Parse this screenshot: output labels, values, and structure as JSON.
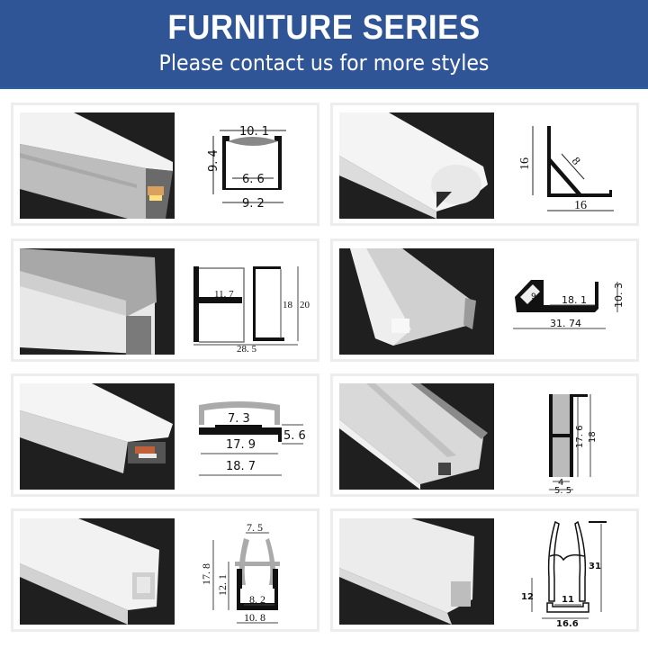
{
  "banner": {
    "title": "FURNITURE SERIES",
    "subtitle": "Please contact us for more styles",
    "background_color": "#2f5597",
    "text_color": "#ffffff"
  },
  "products": [
    {
      "position": "row1-left",
      "photo": "recessed-aluminum-u-profile-with-led-strip",
      "dimensions": {
        "top_width": "10. 1",
        "height": "9. 4",
        "inner_width": "6. 6",
        "bottom_width": "9. 2"
      }
    },
    {
      "position": "row1-right",
      "photo": "corner-profile-with-round-diffuser",
      "dimensions": {
        "height": "16",
        "diagonal": "8",
        "width": "16"
      }
    },
    {
      "position": "row2-left",
      "photo": "double-sided-shelf-profile-with-glass-slot",
      "dimensions": {
        "inner_width": "11. 7",
        "inner_height": "18",
        "height": "20",
        "width": "28. 5"
      }
    },
    {
      "position": "row2-right",
      "photo": "angled-shelf-edge-profile",
      "dimensions": {
        "diagonal": "9",
        "inner_width": "18. 1",
        "height": "10. 3",
        "width": "31. 74"
      }
    },
    {
      "position": "row3-left",
      "photo": "flat-profile-with-curved-diffuser",
      "dimensions": {
        "top_width": "7. 3",
        "height": "5. 6",
        "inner_width": "17. 9",
        "width": "18. 7"
      }
    },
    {
      "position": "row3-right",
      "photo": "wide-shelf-profile-with-side-channels",
      "dimensions": {
        "inner_height": "17. 6",
        "height": "18",
        "inner_width": "4",
        "width": "5. 5"
      }
    },
    {
      "position": "row4-left",
      "photo": "narrow-profile-with-dome-diffuser",
      "dimensions": {
        "top_width": "7. 5",
        "height": "17. 8",
        "inner_height": "12. 1",
        "inner_width": "8. 2",
        "width": "10. 8"
      }
    },
    {
      "position": "row4-right",
      "photo": "tall-frosted-diffuser-profile",
      "dimensions": {
        "height": "31",
        "base_height": "12",
        "inner_width": "11",
        "width": "16.6"
      }
    }
  ]
}
